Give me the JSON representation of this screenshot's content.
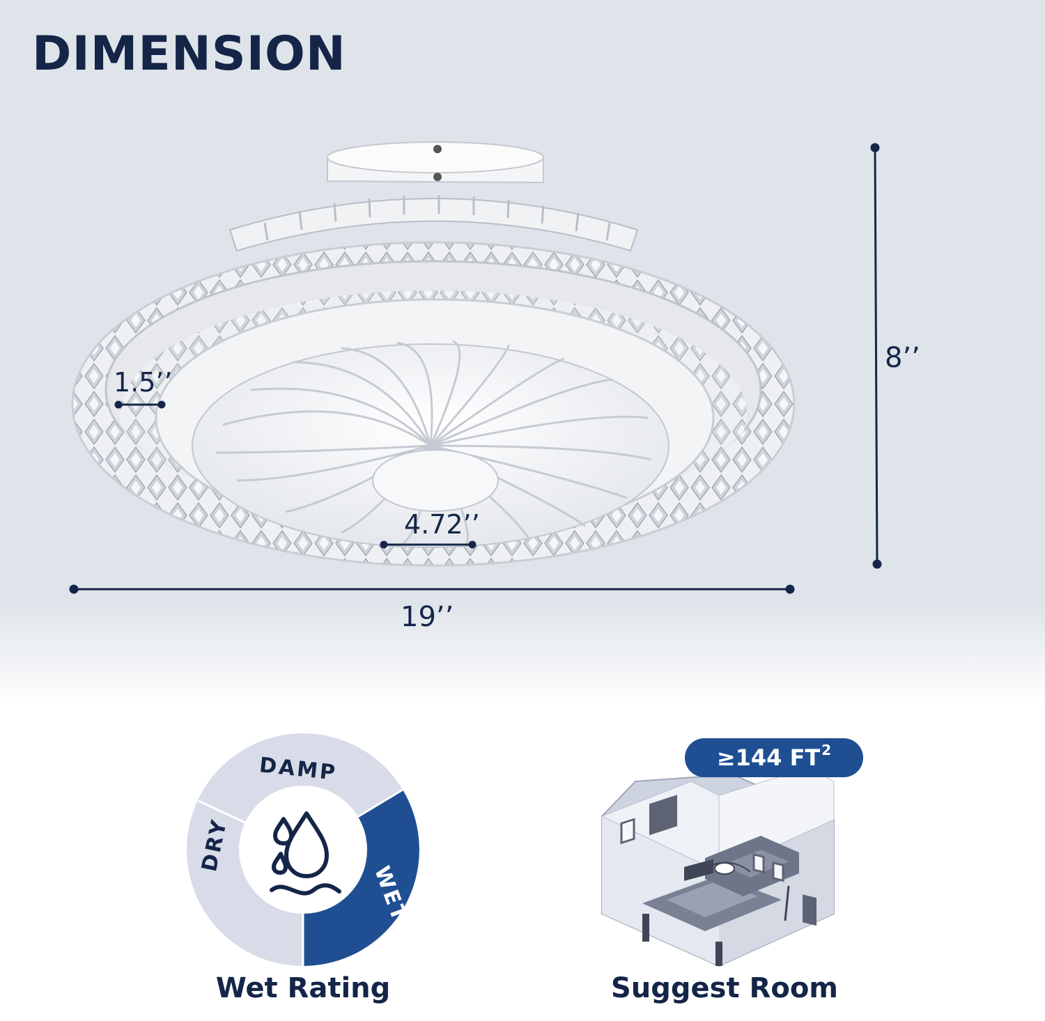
{
  "heading": "DIMENSION",
  "dimensions": {
    "height": "8’’",
    "width": "19’’",
    "rim": "1.5’’",
    "center": "4.72’’"
  },
  "rating": {
    "segments": [
      "DAMP",
      "DRY",
      "WET"
    ],
    "active": "WET",
    "caption": "Wet Rating"
  },
  "room": {
    "badge_value": "≥144 FT",
    "badge_sup": "2",
    "caption": "Suggest Room"
  },
  "colors": {
    "navy": "#142548",
    "accent_blue": "#1f4f92",
    "panel_grey": "#dfe4ea",
    "ring_grey": "#d8dce8"
  }
}
